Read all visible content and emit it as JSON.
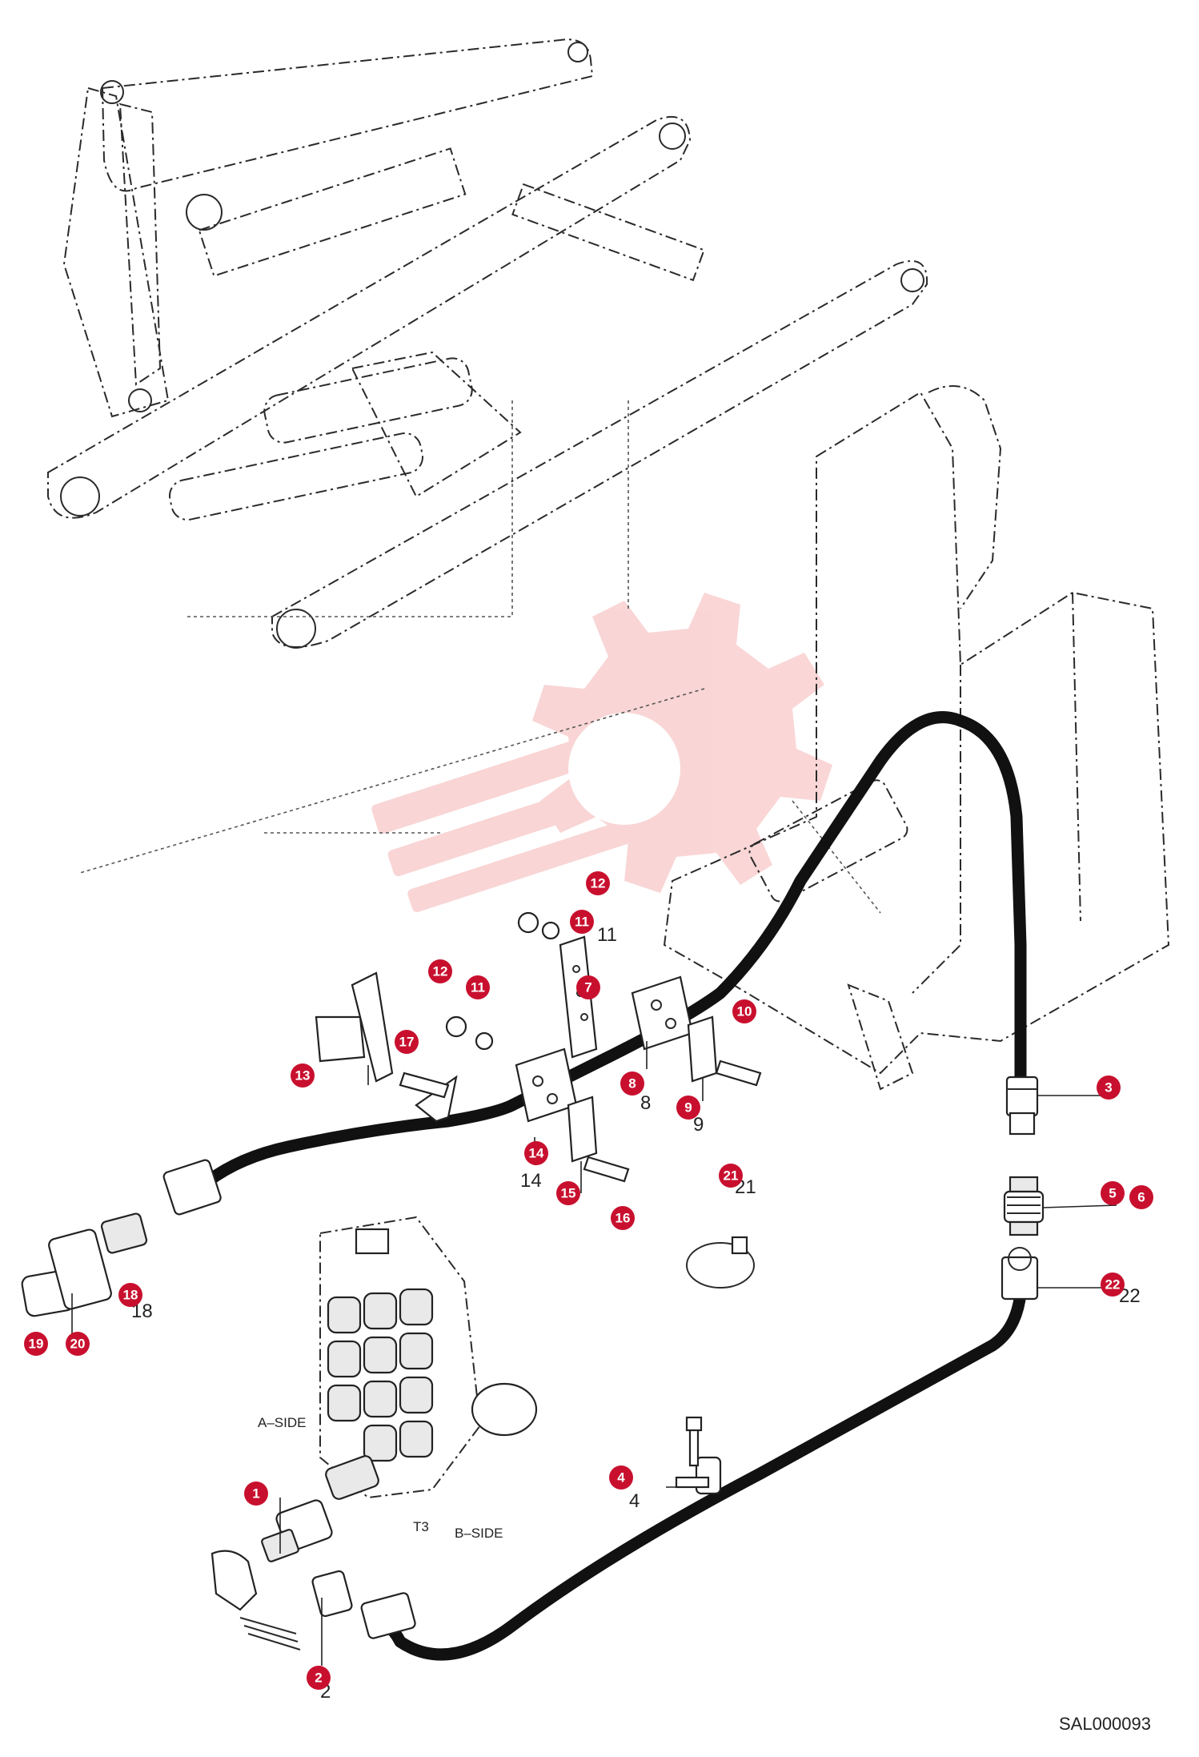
{
  "labels": {
    "a_side": "A–SIDE",
    "b_side": "B–SIDE",
    "t3": "T3",
    "drawing_code": "SAL000093"
  },
  "callouts": [
    "1",
    "2",
    "3",
    "4",
    "5",
    "6",
    "7",
    "8",
    "9",
    "10",
    "11",
    "11",
    "12",
    "12",
    "13",
    "14",
    "15",
    "16",
    "17",
    "18",
    "19",
    "20",
    "21",
    "22"
  ],
  "visible_part_numbers": [
    "2",
    "4",
    "8",
    "9",
    "11",
    "14",
    "18",
    "21",
    "22",
    "T3"
  ],
  "colors": {
    "callout": "#c8102e",
    "hose": "#111111",
    "watermark": "#f4c2c2"
  },
  "icons": {
    "watermark": "gear-logo-watermark"
  }
}
